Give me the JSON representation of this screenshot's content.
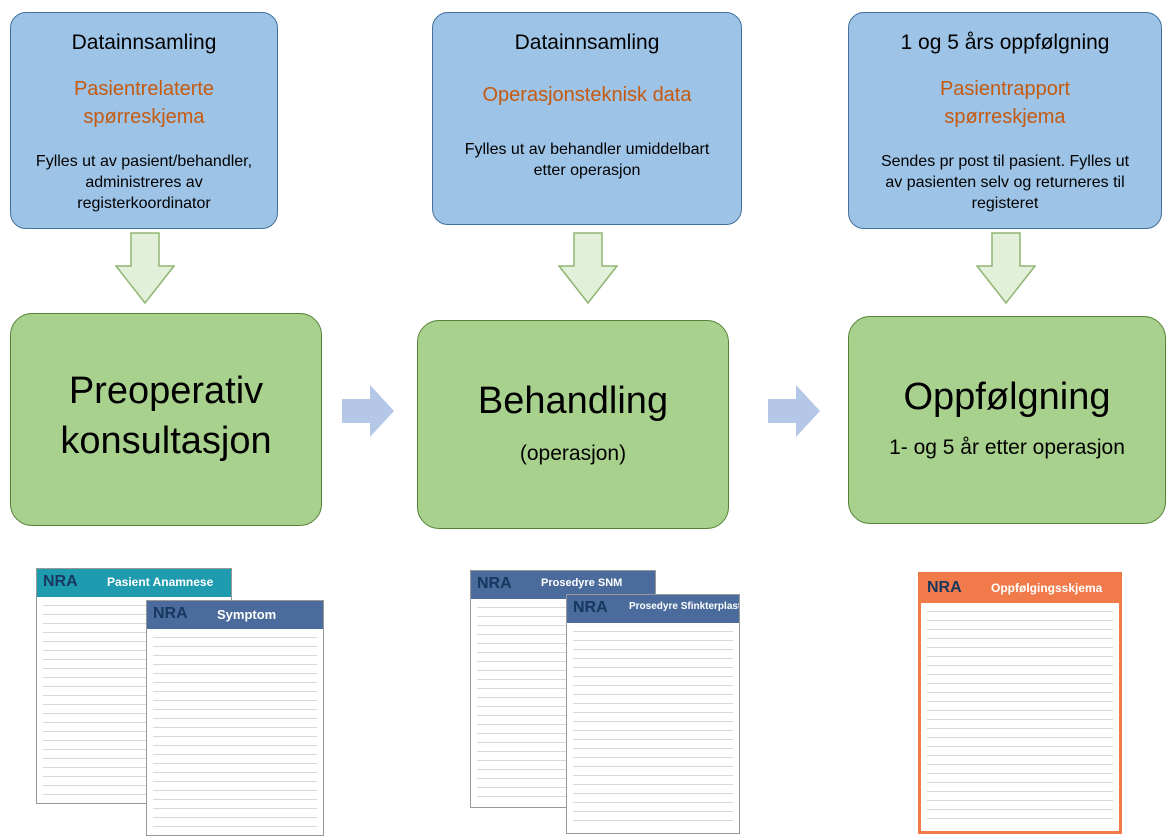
{
  "top_boxes": [
    {
      "heading": "Datainnsamling",
      "subtitle_lines": [
        "Pasientrelaterte",
        "spørreskjema"
      ],
      "description_lines": [
        "Fylles ut av pasient/behandler,",
        "administreres av",
        "registerkoordinator"
      ]
    },
    {
      "heading": "Datainnsamling",
      "subtitle_lines": [
        "Operasjonsteknisk data"
      ],
      "description_lines": [
        "Fylles ut av behandler umiddelbart",
        "etter operasjon"
      ]
    },
    {
      "heading": "1 og 5 års oppfølgning",
      "subtitle_lines": [
        "Pasientrapport",
        "spørreskjema"
      ],
      "description_lines": [
        "Sendes pr post til pasient. Fylles ut",
        "av pasienten selv og returneres til",
        "registeret"
      ]
    }
  ],
  "stages": [
    {
      "title_lines": [
        "Preoperativ",
        "konsultasjon"
      ],
      "subtitle": ""
    },
    {
      "title_lines": [
        "Behandling"
      ],
      "subtitle": "(operasjon)"
    },
    {
      "title_lines": [
        "Oppfølgning"
      ],
      "subtitle": "1- og 5 år etter operasjon"
    }
  ],
  "forms": [
    {
      "logo": "NRA",
      "title": "Pasient Anamnese",
      "color": "#1f9bb0"
    },
    {
      "logo": "NRA",
      "title": "Symptom",
      "color": "#4a6b9c"
    },
    {
      "logo": "NRA",
      "title": "Prosedyre SNM",
      "color": "#4a6b9c"
    },
    {
      "logo": "NRA",
      "title": "Prosedyre Sfinkterplastikk",
      "color": "#4a6b9c"
    },
    {
      "logo": "NRA",
      "title": "Oppfølgingsskjema",
      "color": "#f07a4a"
    }
  ],
  "colors": {
    "box_blue": "#9dc3e6",
    "box_green": "#a9d18e",
    "accent_orange": "#c55a11",
    "arrow_green": "#e2efd9",
    "arrow_blue": "#b4c7e7"
  }
}
